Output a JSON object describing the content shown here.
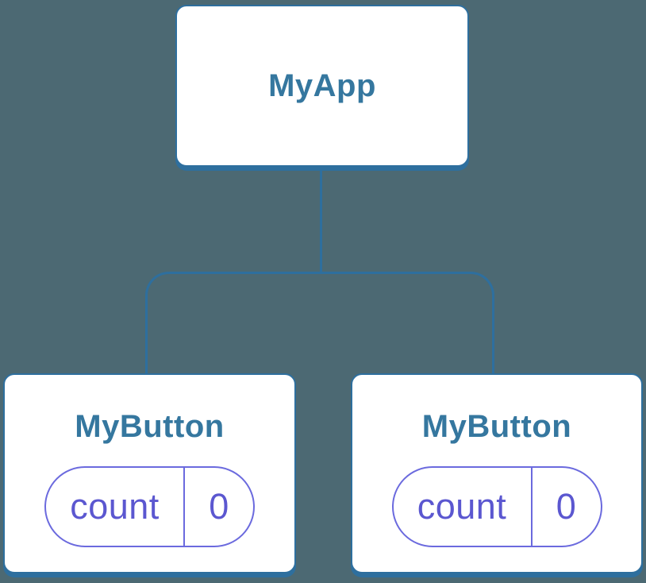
{
  "diagram": {
    "type": "component-tree",
    "root": {
      "label": "MyApp"
    },
    "children": [
      {
        "label": "MyButton",
        "state": {
          "name": "count",
          "value": "0"
        }
      },
      {
        "label": "MyButton",
        "state": {
          "name": "count",
          "value": "0"
        }
      }
    ]
  },
  "colors": {
    "bg": "#4c6973",
    "line": "#2e6f9e",
    "title": "#35779f",
    "card-bg": "#ffffff",
    "pill-border": "#6b6ade",
    "pill-text": "#5b57d0"
  }
}
